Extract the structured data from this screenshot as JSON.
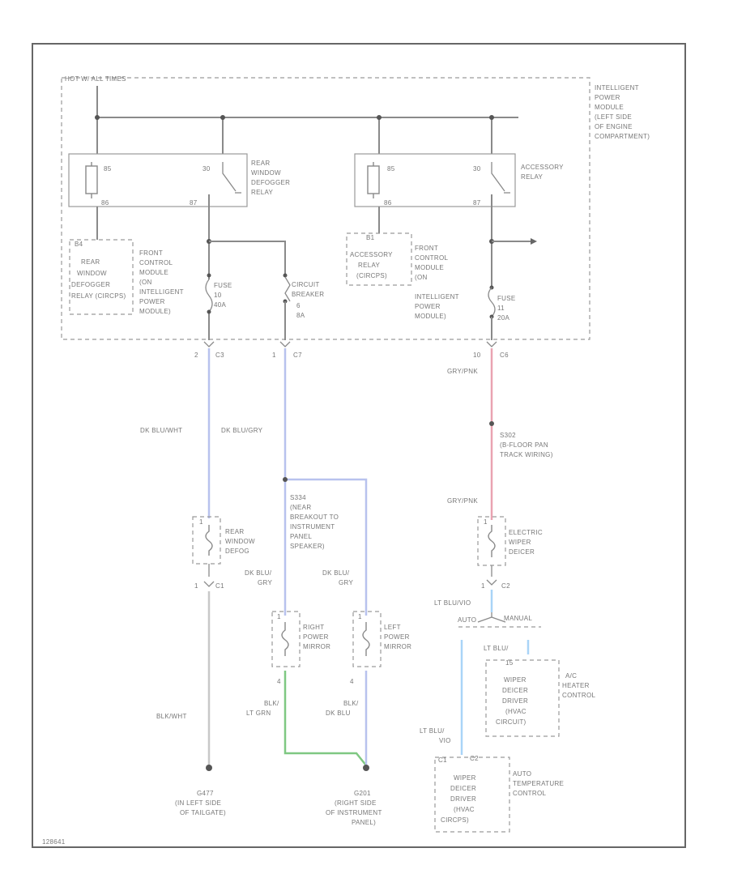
{
  "module": {
    "supply_label": "HOT W/ ALL TIMES",
    "name_lines": [
      "INTELLIGENT",
      "POWER",
      "MODULE",
      "(LEFT SIDE",
      "OF ENGINE",
      "COMPARTMENT)"
    ]
  },
  "relay1": {
    "name_lines": [
      "REAR",
      "WINDOW",
      "DEFOGGER",
      "RELAY"
    ],
    "pin_coil_top": "85",
    "pin_switch_top": "30",
    "pin_coil_bot": "86",
    "pin_switch_bot": "87"
  },
  "relay2": {
    "name_lines": [
      "ACCESSORY",
      "RELAY"
    ],
    "pin_coil_top": "85",
    "pin_switch_top": "30",
    "pin_coil_bot": "86",
    "pin_switch_bot": "87"
  },
  "fcm1": {
    "pin": "B4",
    "box_lines": [
      "REAR",
      "WINDOW",
      "DEFOGGER",
      "RELAY (CIRCPS)"
    ],
    "desc_lines": [
      "FRONT",
      "CONTROL",
      "MODULE",
      "(ON",
      "INTELLIGENT",
      "POWER",
      "MODULE)"
    ]
  },
  "fcm2": {
    "pin": "B1",
    "box_lines": [
      "ACCESSORY",
      "RELAY",
      "(CIRCPS)"
    ],
    "desc_lines": [
      "FRONT",
      "CONTROL",
      "MODULE",
      "(ON",
      "INTELLIGENT",
      "POWER",
      "MODULE)"
    ]
  },
  "fuse1": {
    "lines": [
      "FUSE",
      "10",
      "40A"
    ]
  },
  "breaker": {
    "lines": [
      "CIRCUIT",
      "BREAKER",
      "6",
      "8A"
    ]
  },
  "fuse2": {
    "lines": [
      "FUSE",
      "11",
      "20A"
    ]
  },
  "conn1": {
    "pin": "2",
    "name": "C3"
  },
  "conn2": {
    "pin": "1",
    "name": "C7"
  },
  "conn3": {
    "pin": "10",
    "name": "C6"
  },
  "conn4": {
    "pin": "1",
    "name": "C1"
  },
  "conn5": {
    "pin": "1",
    "name": "C2"
  },
  "wire": {
    "dk_blu_wht": "DK BLU/WHT",
    "dk_blu_gry": "DK BLU/GRY",
    "gry_pnk_top": "GRY/PNK",
    "gry_pnk_bot": "GRY/PNK",
    "dk_blu_r_lines": [
      "DK BLU/",
      "GRY"
    ],
    "dk_blu_l_lines": [
      "DK BLU/",
      "GRY"
    ],
    "lt_blu_vio": "LT BLU/VIO",
    "lt_blu_top_lines": [
      "LT BLU/"
    ],
    "lt_blu_bot_lines": [
      "LT BLU/",
      "VIO"
    ],
    "blk_wht": "BLK/WHT",
    "blk_lt_grn_lines": [
      "BLK/",
      "LT GRN"
    ],
    "blk_dk_blu_lines": [
      "BLK/",
      "DK BLU"
    ]
  },
  "splice1": {
    "lines": [
      "S302",
      "(B-FLOOR PAN",
      "TRACK WIRING)"
    ]
  },
  "splice2": {
    "lines": [
      "S334",
      "(NEAR",
      "BREAKOUT TO",
      "INSTRUMENT",
      "PANEL",
      "SPEAKER)"
    ]
  },
  "defog": {
    "pin": "1",
    "pin2": "1",
    "lines": [
      "REAR",
      "WINDOW",
      "DEFOG"
    ]
  },
  "right_mirror": {
    "pin": "1",
    "pin2": "4",
    "lines": [
      "RIGHT",
      "POWER",
      "MIRROR"
    ]
  },
  "left_mirror": {
    "pin": "1",
    "pin2": "4",
    "lines": [
      "LEFT",
      "POWER",
      "MIRROR"
    ]
  },
  "wiper": {
    "pin": "1",
    "lines": [
      "ELECTRIC",
      "WIPER",
      "DEICER"
    ]
  },
  "switch": {
    "auto": "AUTO",
    "manual": "MANUAL"
  },
  "manual_ctrl": {
    "pin": "15",
    "box_lines": [
      "WIPER",
      "DEICER",
      "DRIVER",
      "(HVAC",
      "CIRCUIT)"
    ],
    "desc_lines": [
      "A/C",
      "HEATER",
      "CONTROL"
    ]
  },
  "auto_ctrl": {
    "pin1": "C1",
    "pin2": "C2",
    "box_lines": [
      "WIPER",
      "DEICER",
      "DRIVER",
      "(HVAC",
      "CIRCPS)"
    ],
    "desc_lines": [
      "AUTO",
      "TEMPERATURE",
      "CONTROL"
    ]
  },
  "ground1": {
    "lines": [
      "G477",
      "(IN LEFT SIDE",
      "OF TAILGATE)"
    ]
  },
  "ground2": {
    "lines": [
      "G201",
      "(RIGHT SIDE",
      "OF INSTRUMENT",
      "PANEL)"
    ]
  },
  "figure_id": "128641"
}
